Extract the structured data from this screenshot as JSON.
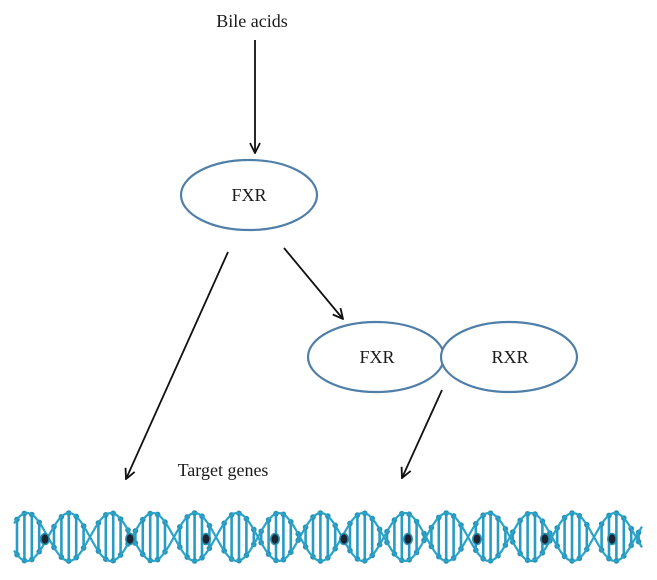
{
  "diagram": {
    "labels": {
      "bile_acids": "Bile acids",
      "fxr_top": "FXR",
      "fxr_dimer": "FXR",
      "rxr_dimer": "RXR",
      "target_genes": "Target genes"
    },
    "colors": {
      "node_stroke": "#4f7fa8",
      "arrow": "#111111",
      "dna_backbone": "#29a3c7",
      "dna_rung": "#2a9cc4",
      "dna_bead": "#2a8fb5",
      "dna_dark": "#1b2630"
    },
    "dna_icon": "dna-double-helix"
  }
}
